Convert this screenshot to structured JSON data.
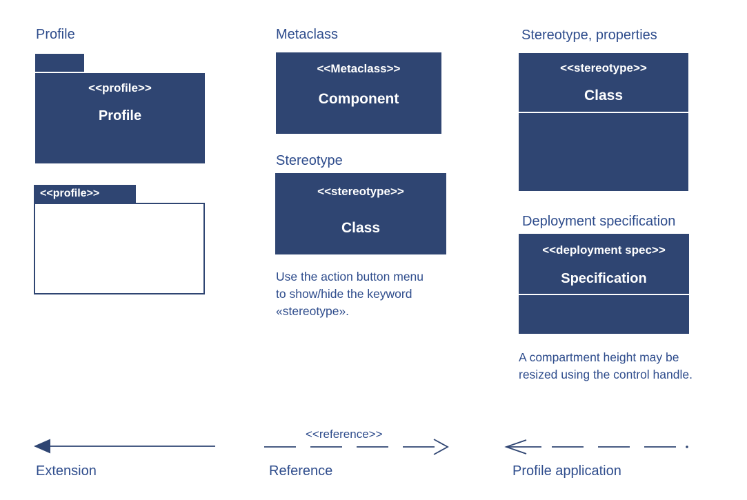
{
  "colors": {
    "shape_fill": "#2F4572",
    "label_text": "#2E4C8C",
    "shape_text": "#FFFFFF"
  },
  "sections": {
    "profile": {
      "title": "Profile",
      "filled_folder": {
        "keyword": "<<profile>>",
        "name": "Profile"
      },
      "empty_folder": {
        "keyword": "<<profile>>"
      }
    },
    "metaclass": {
      "title": "Metaclass",
      "box": {
        "keyword": "<<Metaclass>>",
        "name": "Component"
      }
    },
    "stereotype": {
      "title": "Stereotype",
      "box": {
        "keyword": "<<stereotype>>",
        "name": "Class"
      },
      "note_lines": [
        "Use the action button menu",
        "to show/hide the keyword",
        "«stereotype»."
      ]
    },
    "stereotype_properties": {
      "title": "Stereotype, properties",
      "box": {
        "keyword": "<<stereotype>>",
        "name": "Class"
      }
    },
    "deployment_specification": {
      "title": "Deployment specification",
      "box": {
        "keyword": "<<deployment spec>>",
        "name": "Specification"
      },
      "note_lines": [
        "A compartment height may be",
        "resized using the control handle."
      ]
    },
    "extension": {
      "label": "Extension"
    },
    "reference": {
      "keyword": "<<reference>>",
      "label": "Reference"
    },
    "profile_application": {
      "label": "Profile application"
    }
  }
}
